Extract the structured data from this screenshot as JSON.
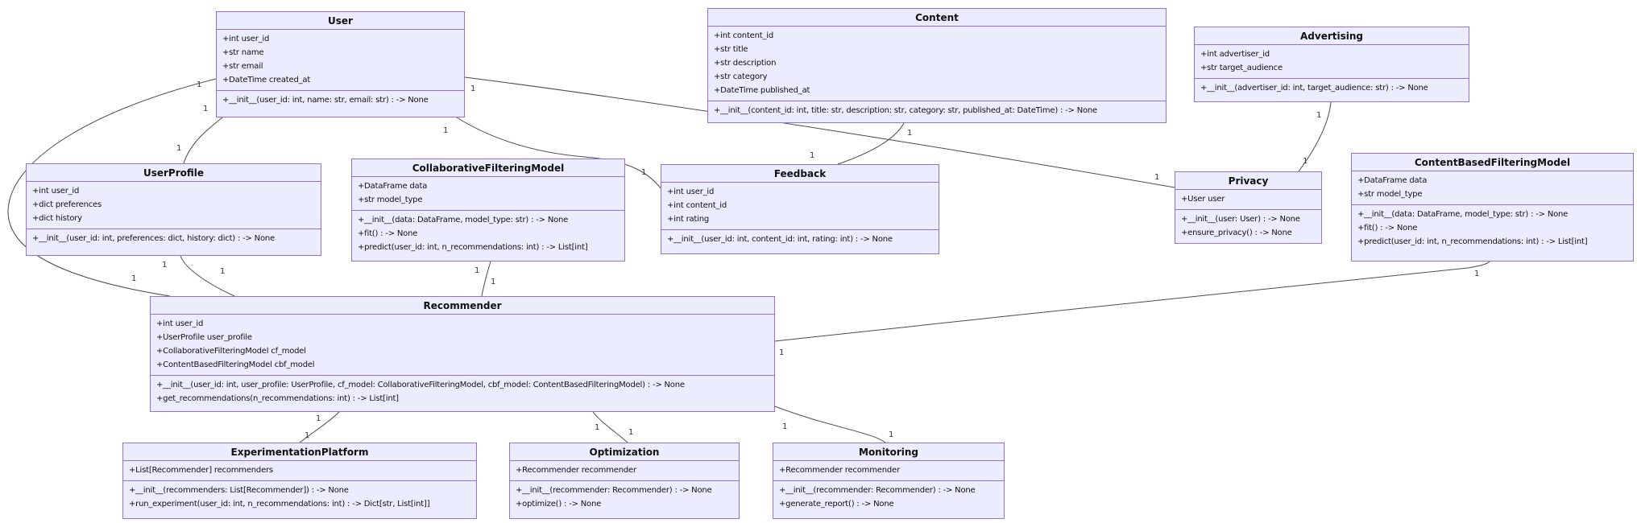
{
  "diagram_type": "UML class diagram",
  "colors": {
    "node_fill": "#ECECFF",
    "node_border": "#9370DB",
    "edge_line": "#4a4a4a",
    "text": "#111111",
    "background": "#FFFFFF"
  },
  "classes": [
    {
      "id": "user",
      "name": "User",
      "attributes": [
        "+int user_id",
        "+str name",
        "+str email",
        "+DateTime created_at"
      ],
      "methods": [
        "+__init__(user_id: int, name: str, email: str) : -> None"
      ]
    },
    {
      "id": "content",
      "name": "Content",
      "attributes": [
        "+int content_id",
        "+str title",
        "+str description",
        "+str category",
        "+DateTime published_at"
      ],
      "methods": [
        "+__init__(content_id: int, title: str, description: str, category: str, published_at: DateTime) : -> None"
      ]
    },
    {
      "id": "advertising",
      "name": "Advertising",
      "attributes": [
        "+int advertiser_id",
        "+str target_audience"
      ],
      "methods": [
        "+__init__(advertiser_id: int, target_audience: str) : -> None"
      ]
    },
    {
      "id": "userprofile",
      "name": "UserProfile",
      "attributes": [
        "+int user_id",
        "+dict preferences",
        "+dict history"
      ],
      "methods": [
        "+__init__(user_id: int, preferences: dict, history: dict) : -> None"
      ]
    },
    {
      "id": "cfm",
      "name": "CollaborativeFilteringModel",
      "attributes": [
        "+DataFrame data",
        "+str model_type"
      ],
      "methods": [
        "+__init__(data: DataFrame, model_type: str) : -> None",
        "+fit() : -> None",
        "+predict(user_id: int, n_recommendations: int) : -> List[int]"
      ]
    },
    {
      "id": "feedback",
      "name": "Feedback",
      "attributes": [
        "+int user_id",
        "+int content_id",
        "+int rating"
      ],
      "methods": [
        "+__init__(user_id: int, content_id: int, rating: int) : -> None"
      ]
    },
    {
      "id": "privacy",
      "name": "Privacy",
      "attributes": [
        "+User user"
      ],
      "methods": [
        "+__init__(user: User) : -> None",
        "+ensure_privacy() : -> None"
      ]
    },
    {
      "id": "cbfm",
      "name": "ContentBasedFilteringModel",
      "attributes": [
        "+DataFrame data",
        "+str model_type"
      ],
      "methods": [
        "+__init__(data: DataFrame, model_type: str) : -> None",
        "+fit() : -> None",
        "+predict(user_id: int, n_recommendations: int) : -> List[int]"
      ]
    },
    {
      "id": "recommender",
      "name": "Recommender",
      "attributes": [
        "+int user_id",
        "+UserProfile user_profile",
        "+CollaborativeFilteringModel cf_model",
        "+ContentBasedFilteringModel cbf_model"
      ],
      "methods": [
        "+__init__(user_id: int, user_profile: UserProfile, cf_model: CollaborativeFilteringModel, cbf_model: ContentBasedFilteringModel) : -> None",
        "+get_recommendations(n_recommendations: int) : -> List[int]"
      ]
    },
    {
      "id": "experimentation",
      "name": "ExperimentationPlatform",
      "attributes": [
        "+List[Recommender] recommenders"
      ],
      "methods": [
        "+__init__(recommenders: List[Recommender]) : -> None",
        "+run_experiment(user_id: int, n_recommendations: int) : -> Dict[str, List[int]]"
      ]
    },
    {
      "id": "optimization",
      "name": "Optimization",
      "attributes": [
        "+Recommender recommender"
      ],
      "methods": [
        "+__init__(recommender: Recommender) : -> None",
        "+optimize() : -> None"
      ]
    },
    {
      "id": "monitoring",
      "name": "Monitoring",
      "attributes": [
        "+Recommender recommender"
      ],
      "methods": [
        "+__init__(recommender: Recommender) : -> None",
        "+generate_report() : -> None"
      ]
    }
  ],
  "relationships": [
    {
      "id": "user-userprofile",
      "from": "User",
      "to": "UserProfile",
      "from_cardinality": "1",
      "to_cardinality": "1"
    },
    {
      "id": "user-recommender",
      "from": "User",
      "to": "Recommender",
      "from_cardinality": "1",
      "to_cardinality": "1"
    },
    {
      "id": "user-privacy",
      "from": "User",
      "to": "Privacy",
      "from_cardinality": "1",
      "to_cardinality": "1"
    },
    {
      "id": "user-feedback",
      "from": "User",
      "to": "Feedback",
      "from_cardinality": "1",
      "to_cardinality": "1"
    },
    {
      "id": "content-feedback",
      "from": "Content",
      "to": "Feedback",
      "from_cardinality": "1",
      "to_cardinality": "1"
    },
    {
      "id": "advertising-privacy",
      "from": "Advertising",
      "to": "Privacy",
      "from_cardinality": "1",
      "to_cardinality": "1"
    },
    {
      "id": "cfm-recommender",
      "from": "CollaborativeFilteringModel",
      "to": "Recommender",
      "from_cardinality": "1",
      "to_cardinality": "1"
    },
    {
      "id": "cbfm-recommender",
      "from": "Recommender",
      "to": "ContentBasedFilteringModel",
      "from_cardinality": "1",
      "to_cardinality": "1"
    },
    {
      "id": "userprofile-recommender",
      "from": "UserProfile",
      "to": "Recommender",
      "from_cardinality": "1",
      "to_cardinality": "1"
    },
    {
      "id": "recommender-experimentation",
      "from": "Recommender",
      "to": "ExperimentationPlatform",
      "from_cardinality": "1",
      "to_cardinality": "1"
    },
    {
      "id": "recommender-optimization",
      "from": "Recommender",
      "to": "Optimization",
      "from_cardinality": "1",
      "to_cardinality": "1"
    },
    {
      "id": "recommender-monitoring",
      "from": "Recommender",
      "to": "Monitoring",
      "from_cardinality": "1",
      "to_cardinality": "1"
    }
  ]
}
